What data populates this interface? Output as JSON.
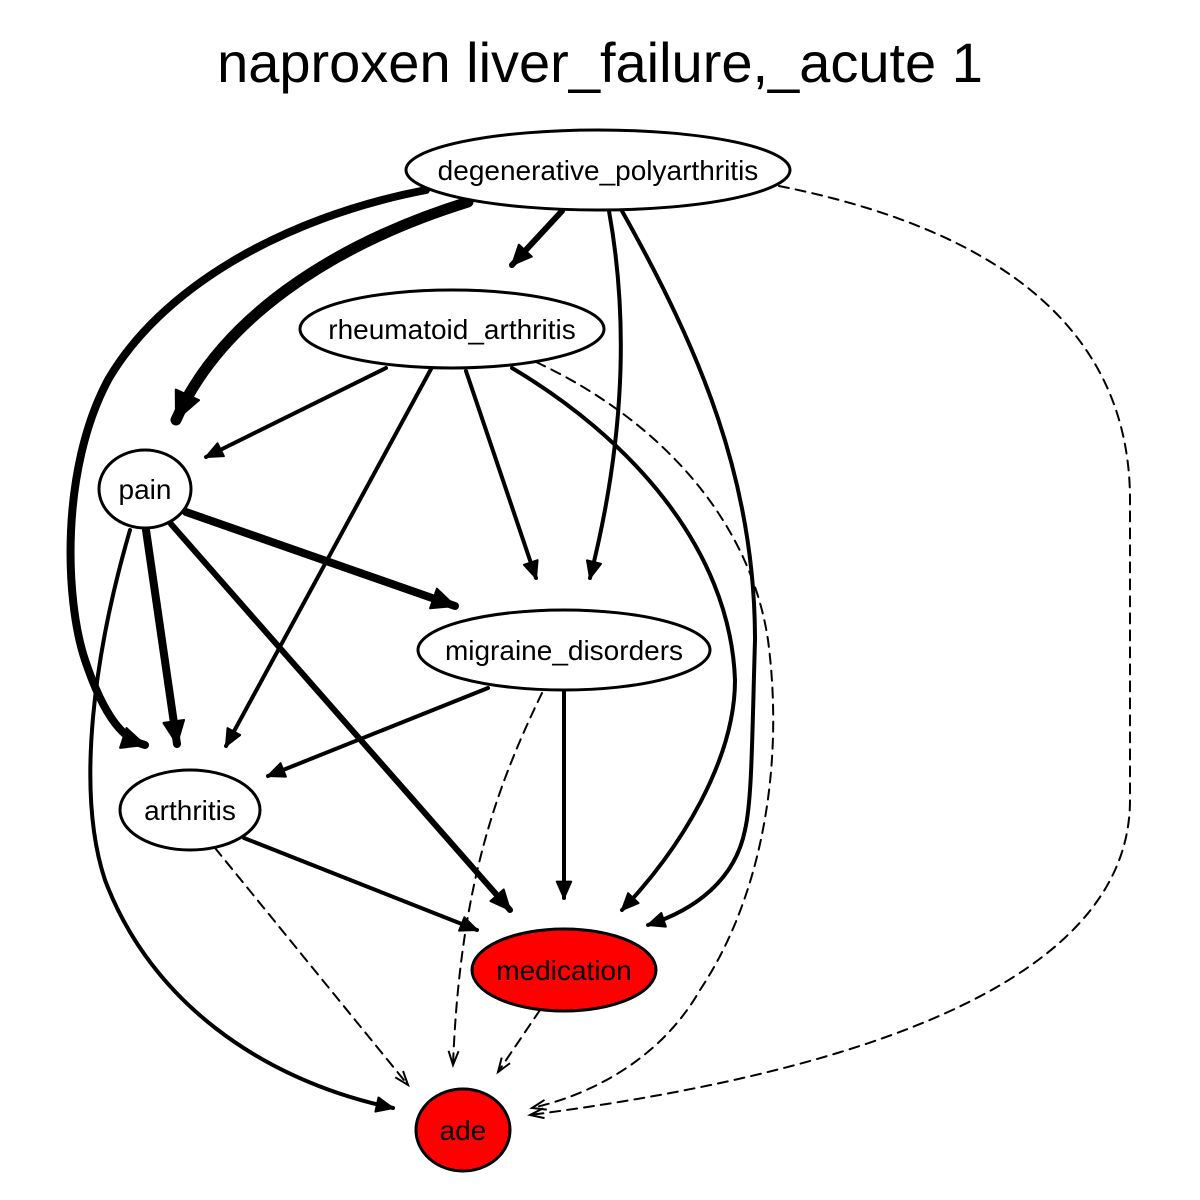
{
  "title": "naproxen liver_failure,_acute 1",
  "colors": {
    "background": "#ffffff",
    "node_default_fill": "#ffffff",
    "node_highlight_fill": "#ff0000",
    "stroke": "#000000"
  },
  "nodes": [
    {
      "id": "degenerative_polyarthritis",
      "label": "degenerative_polyarthritis",
      "fill": "#ffffff"
    },
    {
      "id": "rheumatoid_arthritis",
      "label": "rheumatoid_arthritis",
      "fill": "#ffffff"
    },
    {
      "id": "pain",
      "label": "pain",
      "fill": "#ffffff"
    },
    {
      "id": "migraine_disorders",
      "label": "migraine_disorders",
      "fill": "#ffffff"
    },
    {
      "id": "arthritis",
      "label": "arthritis",
      "fill": "#ffffff"
    },
    {
      "id": "medication",
      "label": "medication",
      "fill": "#ff0000"
    },
    {
      "id": "ade",
      "label": "ade",
      "fill": "#ff0000"
    }
  ],
  "edges": [
    {
      "from": "degenerative_polyarthritis",
      "to": "pain",
      "style": "solid",
      "weight": "heaviest"
    },
    {
      "from": "degenerative_polyarthritis",
      "to": "arthritis",
      "style": "solid",
      "weight": "heavy"
    },
    {
      "from": "degenerative_polyarthritis",
      "to": "rheumatoid_arthritis",
      "style": "solid",
      "weight": "medium"
    },
    {
      "from": "degenerative_polyarthritis",
      "to": "migraine_disorders",
      "style": "solid",
      "weight": "normal"
    },
    {
      "from": "degenerative_polyarthritis",
      "to": "medication",
      "style": "solid",
      "weight": "normal"
    },
    {
      "from": "degenerative_polyarthritis",
      "to": "ade",
      "style": "dashed",
      "weight": "thin"
    },
    {
      "from": "rheumatoid_arthritis",
      "to": "pain",
      "style": "solid",
      "weight": "normal"
    },
    {
      "from": "rheumatoid_arthritis",
      "to": "arthritis",
      "style": "solid",
      "weight": "normal"
    },
    {
      "from": "rheumatoid_arthritis",
      "to": "migraine_disorders",
      "style": "solid",
      "weight": "normal"
    },
    {
      "from": "rheumatoid_arthritis",
      "to": "medication",
      "style": "solid",
      "weight": "normal"
    },
    {
      "from": "rheumatoid_arthritis",
      "to": "ade",
      "style": "dashed",
      "weight": "thin"
    },
    {
      "from": "pain",
      "to": "migraine_disorders",
      "style": "solid",
      "weight": "heavy"
    },
    {
      "from": "pain",
      "to": "arthritis",
      "style": "solid",
      "weight": "heavy"
    },
    {
      "from": "pain",
      "to": "medication",
      "style": "solid",
      "weight": "medium"
    },
    {
      "from": "pain",
      "to": "ade",
      "style": "solid",
      "weight": "normal"
    },
    {
      "from": "migraine_disorders",
      "to": "arthritis",
      "style": "solid",
      "weight": "normal"
    },
    {
      "from": "migraine_disorders",
      "to": "medication",
      "style": "solid",
      "weight": "normal"
    },
    {
      "from": "migraine_disorders",
      "to": "ade",
      "style": "dashed",
      "weight": "thin"
    },
    {
      "from": "arthritis",
      "to": "medication",
      "style": "solid",
      "weight": "normal"
    },
    {
      "from": "arthritis",
      "to": "ade",
      "style": "dashed",
      "weight": "thin"
    },
    {
      "from": "medication",
      "to": "ade",
      "style": "dashed",
      "weight": "thin"
    }
  ]
}
